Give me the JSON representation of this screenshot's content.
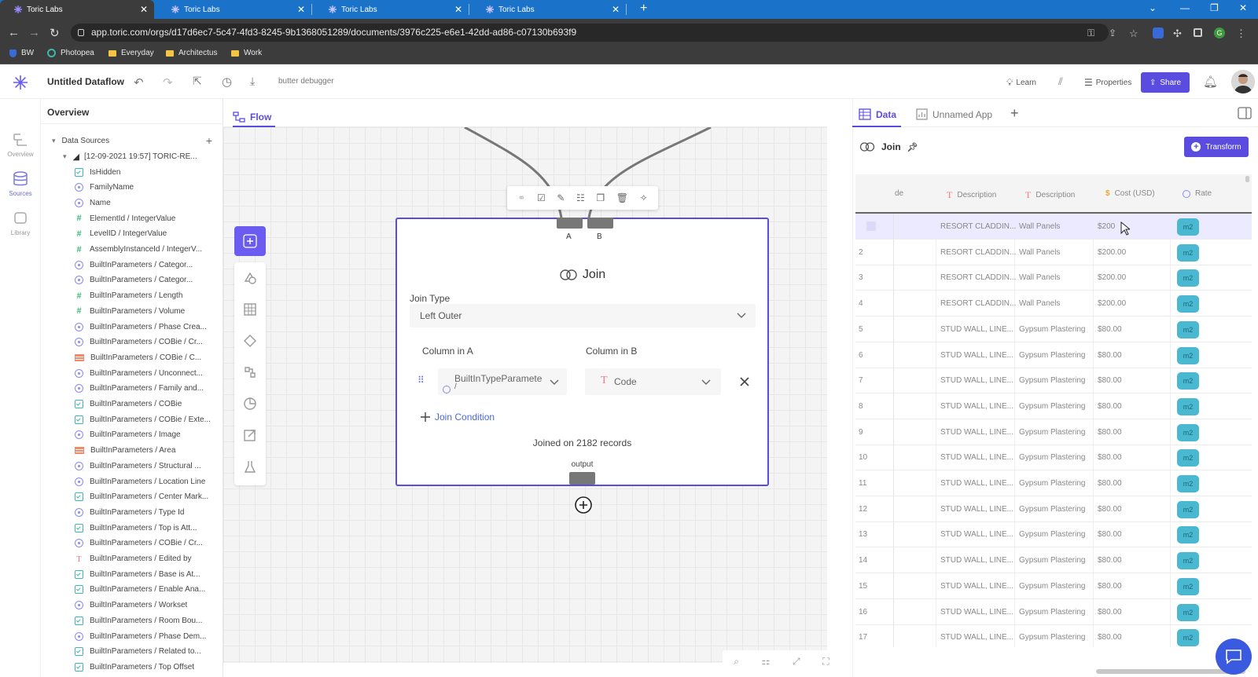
{
  "browser": {
    "tabs": [
      {
        "title": "Toric Labs"
      },
      {
        "title": "Toric Labs"
      },
      {
        "title": "Toric Labs"
      },
      {
        "title": "Toric Labs"
      }
    ],
    "url": "app.toric.com/orgs/d17d6ec7-5c47-4fd3-8245-9b1368051289/documents/3976c225-e6e1-42dd-ad86-c07130b693f9",
    "bookmarks": [
      "BW",
      "Photopea",
      "Everyday",
      "Architectus",
      "Work"
    ],
    "profile_initial": "G"
  },
  "app": {
    "title": "Untitled Dataflow",
    "debugger": "butter debugger",
    "learn": "Learn",
    "properties": "Properties",
    "share": "Share"
  },
  "rail": [
    {
      "label": "Overview"
    },
    {
      "label": "Sources"
    },
    {
      "label": "Library"
    }
  ],
  "overview": {
    "heading": "Overview",
    "data_sources": "Data Sources",
    "source_name": "[12-09-2021 19:57] TORIC-RE...",
    "fields": [
      {
        "type": "check",
        "name": "IsHidden"
      },
      {
        "type": "radio",
        "name": "FamilyName"
      },
      {
        "type": "radio",
        "name": "Name"
      },
      {
        "type": "num",
        "name": "ElementId / IntegerValue"
      },
      {
        "type": "num",
        "name": "LevelID / IntegerValue"
      },
      {
        "type": "num",
        "name": "AssemblyInstanceId / IntegerV..."
      },
      {
        "type": "radio",
        "name": "BuiltInParameters / Categor..."
      },
      {
        "type": "radio",
        "name": "BuiltInParameters / Categor..."
      },
      {
        "type": "num",
        "name": "BuiltInParameters / Length"
      },
      {
        "type": "num",
        "name": "BuiltInParameters / Volume"
      },
      {
        "type": "radio",
        "name": "BuiltInParameters / Phase Crea..."
      },
      {
        "type": "radio",
        "name": "BuiltInParameters / COBie / Cr..."
      },
      {
        "type": "img",
        "name": "BuiltInParameters / COBie / C..."
      },
      {
        "type": "radio",
        "name": "BuiltInParameters / Unconnect..."
      },
      {
        "type": "radio",
        "name": "BuiltInParameters / Family and..."
      },
      {
        "type": "check",
        "name": "BuiltInParameters / COBie"
      },
      {
        "type": "check",
        "name": "BuiltInParameters / COBie / Exte..."
      },
      {
        "type": "radio",
        "name": "BuiltInParameters / Image"
      },
      {
        "type": "img",
        "name": "BuiltInParameters / Area"
      },
      {
        "type": "radio",
        "name": "BuiltInParameters / Structural ..."
      },
      {
        "type": "radio",
        "name": "BuiltInParameters / Location Line"
      },
      {
        "type": "check",
        "name": "BuiltInParameters / Center Mark..."
      },
      {
        "type": "radio",
        "name": "BuiltInParameters / Type Id"
      },
      {
        "type": "check",
        "name": "BuiltInParameters / Top is Att..."
      },
      {
        "type": "radio",
        "name": "BuiltInParameters / COBie / Cr..."
      },
      {
        "type": "text",
        "name": "BuiltInParameters / Edited by"
      },
      {
        "type": "check",
        "name": "BuiltInParameters / Base is At..."
      },
      {
        "type": "check",
        "name": "BuiltInParameters / Enable Ana..."
      },
      {
        "type": "radio",
        "name": "BuiltInParameters / Workset"
      },
      {
        "type": "check",
        "name": "BuiltInParameters / Room Bou..."
      },
      {
        "type": "radio",
        "name": "BuiltInParameters / Phase Dem..."
      },
      {
        "type": "check",
        "name": "BuiltInParameters / Related to..."
      },
      {
        "type": "check",
        "name": "BuiltInParameters / Top Offset"
      }
    ]
  },
  "flow": {
    "tab": "Flow",
    "node": {
      "port_a": "A",
      "port_b": "B",
      "title": "Join",
      "join_type_label": "Join Type",
      "join_type_value": "Left Outer",
      "col_a_label": "Column in A",
      "col_b_label": "Column in B",
      "col_a_value": "BuiltInTypeParamete",
      "col_a_sub": "/",
      "col_b_value": "Code",
      "add_condition": "Join Condition",
      "joined_on": "Joined on 2182 records",
      "output": "output"
    }
  },
  "datapanel": {
    "tab_data": "Data",
    "tab_app": "Unnamed App",
    "join_label": "Join",
    "transform": "Transform",
    "columns": [
      {
        "label": "de",
        "type": ""
      },
      {
        "label": "Description",
        "type": "T"
      },
      {
        "label": "Description",
        "type": "T"
      },
      {
        "label": "Cost (USD)",
        "type": "$"
      },
      {
        "label": "Rate",
        "type": "o"
      }
    ],
    "rows": [
      {
        "n": "",
        "d1": "RESORT CLADDIN...",
        "d2": "Wall Panels",
        "cost": "$200",
        "rate": "m2"
      },
      {
        "n": "2",
        "d1": "RESORT CLADDIN...",
        "d2": "Wall Panels",
        "cost": "$200.00",
        "rate": "m2"
      },
      {
        "n": "3",
        "d1": "RESORT CLADDIN...",
        "d2": "Wall Panels",
        "cost": "$200.00",
        "rate": "m2"
      },
      {
        "n": "4",
        "d1": "RESORT CLADDIN...",
        "d2": "Wall Panels",
        "cost": "$200.00",
        "rate": "m2"
      },
      {
        "n": "5",
        "d1": "STUD WALL, LINE...",
        "d2": "Gypsum Plastering",
        "cost": "$80.00",
        "rate": "m2"
      },
      {
        "n": "6",
        "d1": "STUD WALL, LINE...",
        "d2": "Gypsum Plastering",
        "cost": "$80.00",
        "rate": "m2"
      },
      {
        "n": "7",
        "d1": "STUD WALL, LINE...",
        "d2": "Gypsum Plastering",
        "cost": "$80.00",
        "rate": "m2"
      },
      {
        "n": "8",
        "d1": "STUD WALL, LINE...",
        "d2": "Gypsum Plastering",
        "cost": "$80.00",
        "rate": "m2"
      },
      {
        "n": "9",
        "d1": "STUD WALL, LINE...",
        "d2": "Gypsum Plastering",
        "cost": "$80.00",
        "rate": "m2"
      },
      {
        "n": "10",
        "d1": "STUD WALL, LINE...",
        "d2": "Gypsum Plastering",
        "cost": "$80.00",
        "rate": "m2"
      },
      {
        "n": "11",
        "d1": "STUD WALL, LINE...",
        "d2": "Gypsum Plastering",
        "cost": "$80.00",
        "rate": "m2"
      },
      {
        "n": "12",
        "d1": "STUD WALL, LINE...",
        "d2": "Gypsum Plastering",
        "cost": "$80.00",
        "rate": "m2"
      },
      {
        "n": "13",
        "d1": "STUD WALL, LINE...",
        "d2": "Gypsum Plastering",
        "cost": "$80.00",
        "rate": "m2"
      },
      {
        "n": "14",
        "d1": "STUD WALL, LINE...",
        "d2": "Gypsum Plastering",
        "cost": "$80.00",
        "rate": "m2"
      },
      {
        "n": "15",
        "d1": "STUD WALL, LINE...",
        "d2": "Gypsum Plastering",
        "cost": "$80.00",
        "rate": "m2"
      },
      {
        "n": "16",
        "d1": "STUD WALL, LINE...",
        "d2": "Gypsum Plastering",
        "cost": "$80.00",
        "rate": "m2"
      },
      {
        "n": "17",
        "d1": "STUD WALL, LINE...",
        "d2": "Gypsum Plastering",
        "cost": "$80.00",
        "rate": "m2"
      }
    ]
  },
  "colors": {
    "accent": "#5b4ce0",
    "chrome_tabbar": "#1a73c8",
    "rate_badge": "#4ab8d0"
  }
}
